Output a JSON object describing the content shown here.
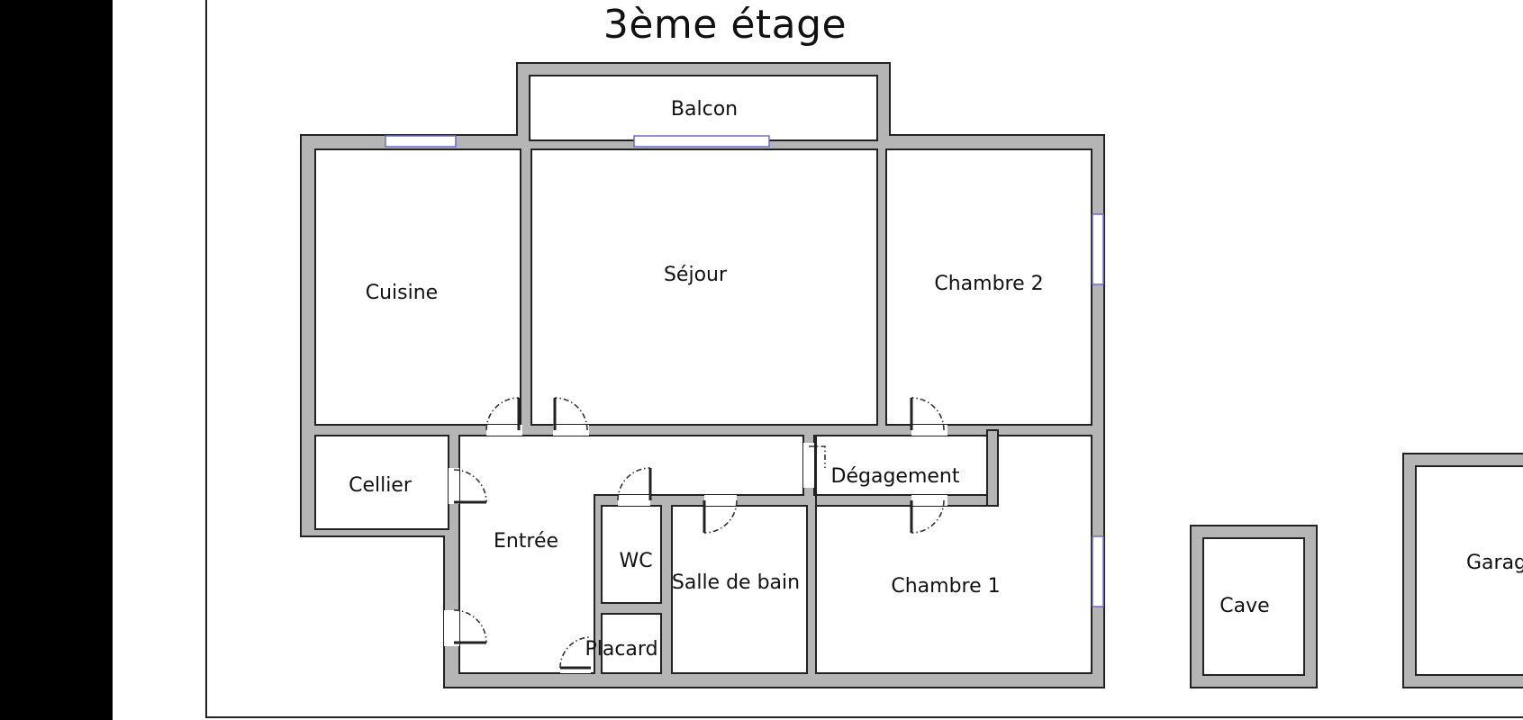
{
  "plan": {
    "title": "3ème étage",
    "rooms": {
      "balcon": "Balcon",
      "cuisine": "Cuisine",
      "sejour": "Séjour",
      "chambre2": "Chambre 2",
      "cellier": "Cellier",
      "entree": "Entrée",
      "degagement": "Dégagement",
      "wc": "WC",
      "salle_de_bain": "Salle de bain",
      "chambre1": "Chambre 1",
      "placard": "Placard",
      "cave": "Cave",
      "garage": "Garag"
    }
  },
  "colors": {
    "wall_fill": "#b5b5b5",
    "wall_stroke": "#222222",
    "window": "#6b6bd0"
  }
}
